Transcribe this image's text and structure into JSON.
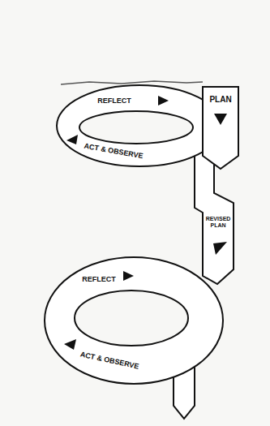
{
  "diagram": {
    "labels": [
      "REFLECT",
      "PLAN",
      "ACT & OBSERVE",
      "REVISED PLAN",
      "REFLECT",
      "ACT & OBSERVE"
    ]
  }
}
